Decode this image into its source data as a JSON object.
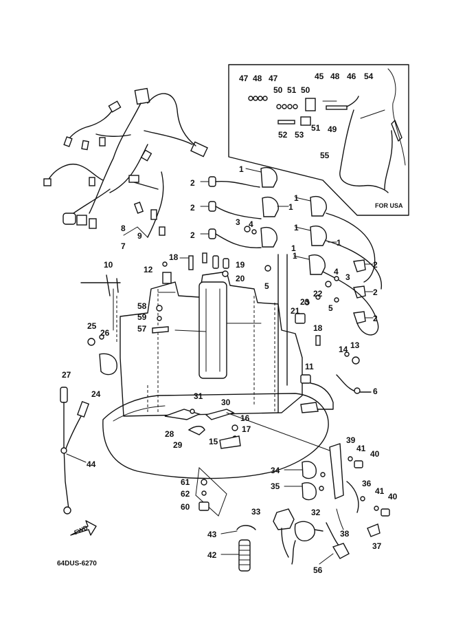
{
  "diagram": {
    "code": "64DUS-6270",
    "inset_label": "FOR USA",
    "fwd_label": "FWD",
    "callouts": {
      "c1a": "1",
      "c1b": "1",
      "c1c": "1",
      "c1d": "1",
      "c1e": "1",
      "c1f": "1",
      "c1g": "1",
      "c2a": "2",
      "c2b": "2",
      "c2c": "2",
      "c2d": "2",
      "c2e": "2",
      "c2f": "2",
      "c3a": "3",
      "c3b": "3",
      "c4a": "4",
      "c4b": "4",
      "c5a": "5",
      "c5b": "5",
      "c6": "6",
      "c7": "7",
      "c8": "8",
      "c9": "9",
      "c10": "10",
      "c11": "11",
      "c12": "12",
      "c13": "13",
      "c14": "14",
      "c15": "15",
      "c16": "16",
      "c17": "17",
      "c18a": "18",
      "c18b": "18",
      "c19": "19",
      "c20": "20",
      "c21": "21",
      "c22": "22",
      "c23": "23",
      "c24": "24",
      "c25": "25",
      "c26": "26",
      "c27": "27",
      "c28": "28",
      "c29": "29",
      "c30": "30",
      "c31": "31",
      "c32": "32",
      "c33": "33",
      "c34": "34",
      "c35": "35",
      "c36": "36",
      "c37": "37",
      "c38": "38",
      "c39": "39",
      "c40a": "40",
      "c40b": "40",
      "c41a": "41",
      "c41b": "41",
      "c42": "42",
      "c43": "43",
      "c44": "44",
      "c45": "45",
      "c46": "46",
      "c47a": "47",
      "c47b": "47",
      "c48a": "48",
      "c48b": "48",
      "c49": "49",
      "c50a": "50",
      "c50b": "50",
      "c51a": "51",
      "c51b": "51",
      "c52": "52",
      "c53": "53",
      "c54": "54",
      "c55": "55",
      "c56": "56",
      "c57": "57",
      "c58": "58",
      "c59": "59",
      "c60": "60",
      "c61": "61",
      "c62": "62"
    }
  }
}
